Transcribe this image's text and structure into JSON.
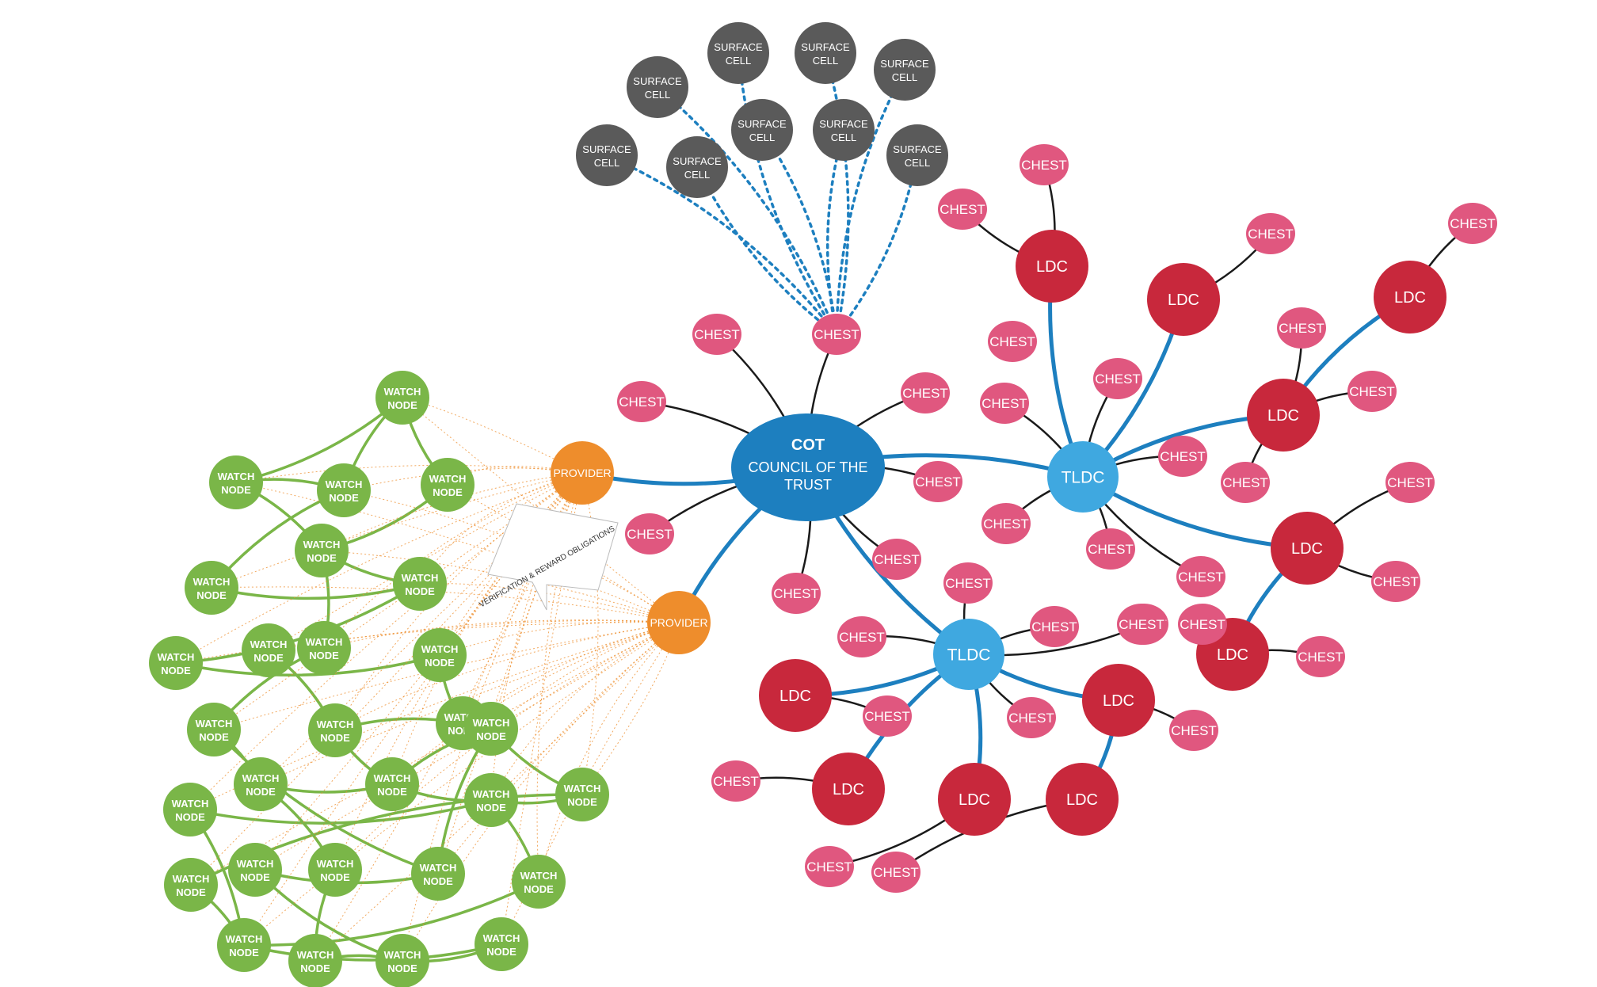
{
  "diagram": {
    "colors": {
      "cot": "#1d7fbf",
      "tldc": "#3fa8e0",
      "ldc": "#c8283c",
      "chest": "#e0577f",
      "surface_cell": "#5a5a5a",
      "provider": "#ee8d2c",
      "watch_node": "#7ab648",
      "blue_link": "#1d7fbf",
      "black_link": "#1a1a1a",
      "orange_link": "#ee8d2c",
      "green_link": "#7ab648"
    },
    "nodes": [
      {
        "id": "cot",
        "type": "cot",
        "title": "COT",
        "label": "COUNCIL OF THE TRUST"
      },
      {
        "id": "tldc1",
        "type": "tldc",
        "label": "TLDC"
      },
      {
        "id": "tldc2",
        "type": "tldc",
        "label": "TLDC"
      },
      {
        "id": "ldc1",
        "type": "ldc",
        "label": "LDC"
      },
      {
        "id": "ldc2",
        "type": "ldc",
        "label": "LDC"
      },
      {
        "id": "ldc3",
        "type": "ldc",
        "label": "LDC"
      },
      {
        "id": "ldc4",
        "type": "ldc",
        "label": "LDC"
      },
      {
        "id": "ldc5",
        "type": "ldc",
        "label": "LDC"
      },
      {
        "id": "ldc6",
        "type": "ldc",
        "label": "LDC"
      },
      {
        "id": "ldc7",
        "type": "ldc",
        "label": "LDC"
      },
      {
        "id": "ldc8",
        "type": "ldc",
        "label": "LDC"
      },
      {
        "id": "ldc9",
        "type": "ldc",
        "label": "LDC"
      },
      {
        "id": "ldc10",
        "type": "ldc",
        "label": "LDC"
      },
      {
        "id": "ldc11",
        "type": "ldc",
        "label": "LDC"
      },
      {
        "id": "prov1",
        "type": "provider",
        "label": "PROVIDER"
      },
      {
        "id": "prov2",
        "type": "provider",
        "label": "PROVIDER"
      },
      {
        "id": "sc1",
        "type": "surface",
        "label": "SURFACE CELL"
      },
      {
        "id": "sc2",
        "type": "surface",
        "label": "SURFACE CELL"
      },
      {
        "id": "sc3",
        "type": "surface",
        "label": "SURFACE CELL"
      },
      {
        "id": "sc4",
        "type": "surface",
        "label": "SURFACE CELL"
      },
      {
        "id": "sc5",
        "type": "surface",
        "label": "SURFACE CELL"
      },
      {
        "id": "sc6",
        "type": "surface",
        "label": "SURFACE CELL"
      },
      {
        "id": "sc7",
        "type": "surface",
        "label": "SURFACE CELL"
      },
      {
        "id": "sc8",
        "type": "surface",
        "label": "SURFACE CELL"
      },
      {
        "id": "sc9",
        "type": "surface",
        "label": "SURFACE CELL"
      },
      {
        "id": "c1",
        "type": "chest",
        "label": "CHEST"
      },
      {
        "id": "c2",
        "type": "chest",
        "label": "CHEST"
      },
      {
        "id": "c3",
        "type": "chest",
        "label": "CHEST"
      },
      {
        "id": "c4",
        "type": "chest",
        "label": "CHEST"
      },
      {
        "id": "c5",
        "type": "chest",
        "label": "CHEST"
      },
      {
        "id": "c6",
        "type": "chest",
        "label": "CHEST"
      },
      {
        "id": "c7",
        "type": "chest",
        "label": "CHEST"
      },
      {
        "id": "c8",
        "type": "chest",
        "label": "CHEST"
      },
      {
        "id": "c9",
        "type": "chest",
        "label": "CHEST"
      },
      {
        "id": "c10",
        "type": "chest",
        "label": "CHEST"
      },
      {
        "id": "c11",
        "type": "chest",
        "label": "CHEST"
      },
      {
        "id": "c12",
        "type": "chest",
        "label": "CHEST"
      },
      {
        "id": "c13",
        "type": "chest",
        "label": "CHEST"
      },
      {
        "id": "c14",
        "type": "chest",
        "label": "CHEST"
      },
      {
        "id": "c15",
        "type": "chest",
        "label": "CHEST"
      },
      {
        "id": "c16",
        "type": "chest",
        "label": "CHEST"
      },
      {
        "id": "c17",
        "type": "chest",
        "label": "CHEST"
      },
      {
        "id": "c18",
        "type": "chest",
        "label": "CHEST"
      },
      {
        "id": "c19",
        "type": "chest",
        "label": "CHEST"
      },
      {
        "id": "c20",
        "type": "chest",
        "label": "CHEST"
      },
      {
        "id": "c21",
        "type": "chest",
        "label": "CHEST"
      },
      {
        "id": "c22",
        "type": "chest",
        "label": "CHEST"
      },
      {
        "id": "c23",
        "type": "chest",
        "label": "CHEST"
      },
      {
        "id": "c24",
        "type": "chest",
        "label": "CHEST"
      },
      {
        "id": "c25",
        "type": "chest",
        "label": "CHEST"
      },
      {
        "id": "c26",
        "type": "chest",
        "label": "CHEST"
      },
      {
        "id": "c27",
        "type": "chest",
        "label": "CHEST"
      },
      {
        "id": "c28",
        "type": "chest",
        "label": "CHEST"
      },
      {
        "id": "c29",
        "type": "chest",
        "label": "CHEST"
      },
      {
        "id": "c30",
        "type": "chest",
        "label": "CHEST"
      },
      {
        "id": "c31",
        "type": "chest",
        "label": "CHEST"
      },
      {
        "id": "c32",
        "type": "chest",
        "label": "CHEST"
      },
      {
        "id": "c33",
        "type": "chest",
        "label": "CHEST"
      },
      {
        "id": "c34",
        "type": "chest",
        "label": "CHEST"
      },
      {
        "id": "c35",
        "type": "chest",
        "label": "CHEST"
      },
      {
        "id": "c36",
        "type": "chest",
        "label": "CHEST"
      },
      {
        "id": "c37",
        "type": "chest",
        "label": "CHEST"
      },
      {
        "id": "w1",
        "type": "watch",
        "label": "WATCH NODE"
      },
      {
        "id": "w2",
        "type": "watch",
        "label": "WATCH NODE"
      },
      {
        "id": "w3",
        "type": "watch",
        "label": "WATCH NODE"
      },
      {
        "id": "w4",
        "type": "watch",
        "label": "WATCH NODE"
      },
      {
        "id": "w5",
        "type": "watch",
        "label": "WATCH NODE"
      },
      {
        "id": "w6",
        "type": "watch",
        "label": "WATCH NODE"
      },
      {
        "id": "w7",
        "type": "watch",
        "label": "WATCH NODE"
      },
      {
        "id": "w8",
        "type": "watch",
        "label": "WATCH NODE"
      },
      {
        "id": "w9",
        "type": "watch",
        "label": "WATCH NODE"
      },
      {
        "id": "w10",
        "type": "watch",
        "label": "WATCH NODE"
      },
      {
        "id": "w11",
        "type": "watch",
        "label": "WATCH NODE"
      },
      {
        "id": "w12",
        "type": "watch",
        "label": "WATCH NODE"
      },
      {
        "id": "w13",
        "type": "watch",
        "label": "WATCH NODE"
      },
      {
        "id": "w14",
        "type": "watch",
        "label": "WATCH NODE"
      },
      {
        "id": "w15",
        "type": "watch",
        "label": "WATCH NODE"
      },
      {
        "id": "w16",
        "type": "watch",
        "label": "WATCH NODE"
      },
      {
        "id": "w17",
        "type": "watch",
        "label": "WATCH NODE"
      },
      {
        "id": "w18",
        "type": "watch",
        "label": "WATCH NODE"
      },
      {
        "id": "w19",
        "type": "watch",
        "label": "WATCH NODE"
      },
      {
        "id": "w20",
        "type": "watch",
        "label": "WATCH NODE"
      },
      {
        "id": "w21",
        "type": "watch",
        "label": "WATCH NODE"
      },
      {
        "id": "w22",
        "type": "watch",
        "label": "WATCH NODE"
      },
      {
        "id": "w23",
        "type": "watch",
        "label": "WATCH NODE"
      },
      {
        "id": "w24",
        "type": "watch",
        "label": "WATCH NODE"
      },
      {
        "id": "w25",
        "type": "watch",
        "label": "WATCH NODE"
      },
      {
        "id": "w26",
        "type": "watch",
        "label": "WATCH NODE"
      },
      {
        "id": "w27",
        "type": "watch",
        "label": "WATCH NODE"
      },
      {
        "id": "w28",
        "type": "watch",
        "label": "WATCH NODE"
      },
      {
        "id": "w29",
        "type": "watch",
        "label": "WATCH NODE"
      }
    ],
    "edges": [
      [
        "cot",
        "tldc1",
        "blue"
      ],
      [
        "cot",
        "tldc2",
        "blue"
      ],
      [
        "cot",
        "prov1",
        "blue"
      ],
      [
        "cot",
        "prov2",
        "blue"
      ],
      [
        "tldc1",
        "ldc1",
        "blue"
      ],
      [
        "tldc1",
        "ldc2",
        "blue"
      ],
      [
        "tldc1",
        "ldc4",
        "blue"
      ],
      [
        "tldc1",
        "ldc5",
        "blue"
      ],
      [
        "ldc4",
        "ldc3",
        "blue"
      ],
      [
        "ldc5",
        "ldc6",
        "blue"
      ],
      [
        "tldc2",
        "ldc7",
        "blue"
      ],
      [
        "tldc2",
        "ldc8",
        "blue"
      ],
      [
        "tldc2",
        "ldc9",
        "blue"
      ],
      [
        "tldc2",
        "ldc11",
        "blue"
      ],
      [
        "ldc11",
        "ldc10",
        "blue"
      ],
      [
        "cot",
        "c1",
        "black"
      ],
      [
        "cot",
        "c2",
        "black"
      ],
      [
        "cot",
        "c3",
        "black"
      ],
      [
        "cot",
        "c4",
        "black"
      ],
      [
        "cot",
        "c5",
        "black"
      ],
      [
        "cot",
        "c6",
        "black"
      ],
      [
        "cot",
        "c7",
        "black"
      ],
      [
        "cot",
        "c8",
        "black"
      ],
      [
        "ldc1",
        "c9",
        "black"
      ],
      [
        "ldc1",
        "c10",
        "black"
      ],
      [
        "ldc2",
        "c11",
        "black"
      ],
      [
        "ldc3",
        "c12",
        "black"
      ],
      [
        "ldc4",
        "c13",
        "black"
      ],
      [
        "ldc4",
        "c14",
        "black"
      ],
      [
        "ldc4",
        "c15",
        "black"
      ],
      [
        "tldc1",
        "c17",
        "black"
      ],
      [
        "tldc1",
        "c18",
        "black"
      ],
      [
        "tldc1",
        "c19",
        "black"
      ],
      [
        "tldc1",
        "c20",
        "black"
      ],
      [
        "tldc1",
        "c21",
        "black"
      ],
      [
        "tldc1",
        "c22",
        "black"
      ],
      [
        "ldc5",
        "c24",
        "black"
      ],
      [
        "ldc5",
        "c25",
        "black"
      ],
      [
        "ldc6",
        "c26",
        "black"
      ],
      [
        "tldc2",
        "c27",
        "black"
      ],
      [
        "tldc2",
        "c28",
        "black"
      ],
      [
        "tldc2",
        "c29",
        "black"
      ],
      [
        "tldc2",
        "c30",
        "black"
      ],
      [
        "tldc2",
        "c31",
        "black"
      ],
      [
        "ldc7",
        "c32",
        "black"
      ],
      [
        "ldc8",
        "c33",
        "black"
      ],
      [
        "ldc9",
        "c34",
        "black"
      ],
      [
        "ldc10",
        "c35",
        "black"
      ],
      [
        "ldc11",
        "c36",
        "black"
      ],
      [
        "c2",
        "sc1",
        "dotted"
      ],
      [
        "c2",
        "sc2",
        "dotted"
      ],
      [
        "c2",
        "sc3",
        "dotted"
      ],
      [
        "c2",
        "sc4",
        "dotted"
      ],
      [
        "c2",
        "sc5",
        "dotted"
      ],
      [
        "c2",
        "sc6",
        "dotted"
      ],
      [
        "c2",
        "sc7",
        "dotted"
      ],
      [
        "c2",
        "sc8",
        "dotted"
      ],
      [
        "c2",
        "sc9",
        "dotted"
      ],
      [
        "w1",
        "w2",
        "green"
      ],
      [
        "w1",
        "w3",
        "green"
      ],
      [
        "w2",
        "w3",
        "green"
      ],
      [
        "w1",
        "w4",
        "green"
      ],
      [
        "w2",
        "w5",
        "green"
      ],
      [
        "w3",
        "w6",
        "green"
      ],
      [
        "w4",
        "w5",
        "green"
      ],
      [
        "w5",
        "w7",
        "green"
      ],
      [
        "w5",
        "w10",
        "green"
      ],
      [
        "w6",
        "w7",
        "green"
      ],
      [
        "w7",
        "w8",
        "green"
      ],
      [
        "w8",
        "w11",
        "green"
      ],
      [
        "w9",
        "w13",
        "green"
      ],
      [
        "w10",
        "w12",
        "green"
      ],
      [
        "w12",
        "w15",
        "green"
      ],
      [
        "w11",
        "w14",
        "green"
      ],
      [
        "w13",
        "w14",
        "green"
      ],
      [
        "w13",
        "w16",
        "green"
      ],
      [
        "w14",
        "w17",
        "green"
      ],
      [
        "w15",
        "w16",
        "green"
      ],
      [
        "w16",
        "w17",
        "green"
      ],
      [
        "w17",
        "w18",
        "green"
      ],
      [
        "w18",
        "w19",
        "green"
      ],
      [
        "w18",
        "w21",
        "green"
      ],
      [
        "w19",
        "w20",
        "green"
      ],
      [
        "w16",
        "w19",
        "green"
      ],
      [
        "w15",
        "w22",
        "green"
      ],
      [
        "w22",
        "w27",
        "green"
      ],
      [
        "w23",
        "w24",
        "green"
      ],
      [
        "w24",
        "w28",
        "green"
      ],
      [
        "w25",
        "w26",
        "green"
      ],
      [
        "w26",
        "w29",
        "green"
      ],
      [
        "w27",
        "w28",
        "green"
      ],
      [
        "w28",
        "w29",
        "green"
      ],
      [
        "w23",
        "w17",
        "green"
      ],
      [
        "w25",
        "w19",
        "green"
      ],
      [
        "w20",
        "w26",
        "green"
      ],
      [
        "w12",
        "w23",
        "green"
      ],
      [
        "w21",
        "w26",
        "green"
      ]
    ],
    "annotation": "VERIFICATION & REWARD OBLIGATIONS"
  }
}
